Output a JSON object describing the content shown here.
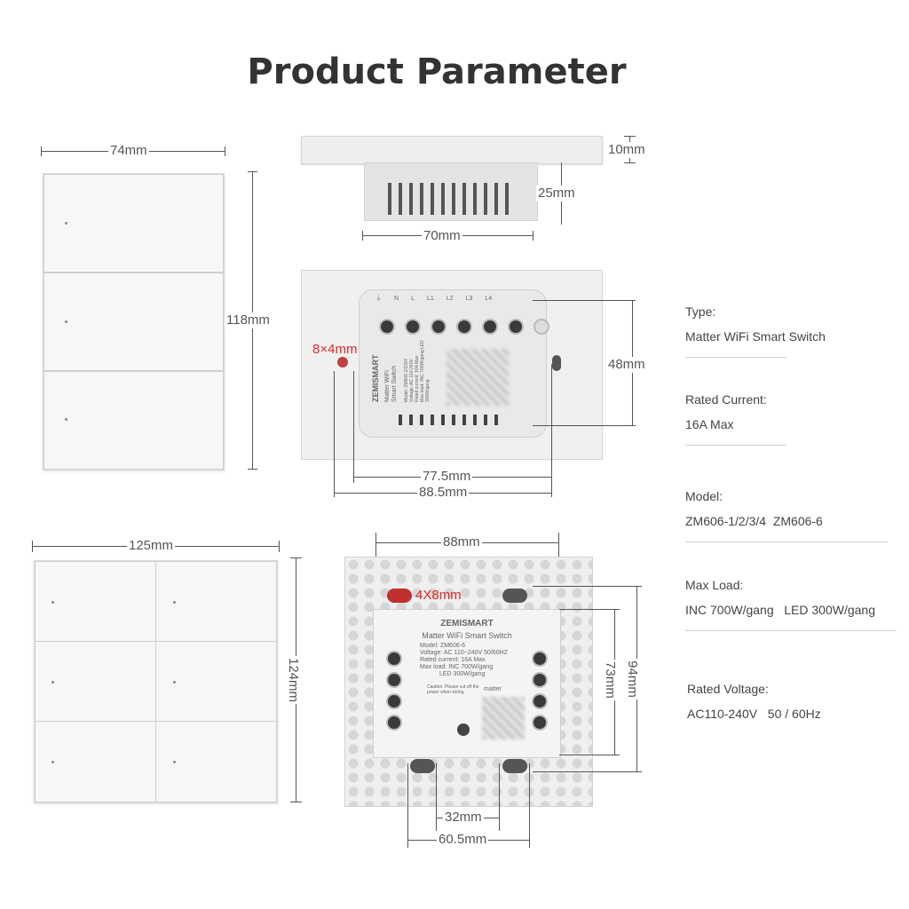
{
  "title": "Product Parameter",
  "dims": {
    "w74": "74mm",
    "h118": "118mm",
    "w125": "125mm",
    "h124": "124mm",
    "d10": "10mm",
    "d25": "25mm",
    "w70": "70mm",
    "h48": "48mm",
    "hole1": "8×4mm",
    "w77_5": "77.5mm",
    "w88_5": "88.5mm",
    "w88": "88mm",
    "hole2": "4X8mm",
    "h73": "73mm",
    "h94": "94mm",
    "w32": "32mm",
    "w60_5": "60.5mm"
  },
  "device1": {
    "terminals": [
      "⏚",
      "N",
      "L",
      "L1",
      "L2",
      "L3",
      "L4"
    ],
    "brand": "ZEMISMART",
    "name1": "Matter WiFi",
    "name2": "Smart Switch",
    "model_line": "Model: ZM606-1/2/3/4",
    "voltage_line": "Voltage: AC 110-240V",
    "current_line": "Rated current: 16A Max",
    "load_line": "Max load: INC 700W/gang LED 300W/gang"
  },
  "device2": {
    "brand": "ZEMISMART",
    "name": "Matter WiFi Smart Switch",
    "model_line": "Model: ZM606-6",
    "voltage_line": "Voltage: AC 110~240V  50/60HZ",
    "current_line": "Rated current: 16A Max",
    "load_line": "Max load: INC 700W/gang",
    "load_line2": "LED 300W/gang",
    "caution": "Caution: Please cut off the power when wiring.",
    "matter": "matter"
  },
  "specs": [
    {
      "label": "Type:",
      "value": "Matter WiFi Smart Switch"
    },
    {
      "label": "Rated Current:",
      "value": "16A Max"
    },
    {
      "label": "Model:",
      "value": "ZM606-1/2/3/4  ZM606-6"
    },
    {
      "label": "Max Load:",
      "value": "INC 700W/gang   LED 300W/gang"
    },
    {
      "label": "Rated Voltage:",
      "value": "AC110-240V   50 / 60Hz"
    }
  ],
  "colors": {
    "accent_red": "#e02828",
    "text": "#444444",
    "title": "#333333"
  }
}
